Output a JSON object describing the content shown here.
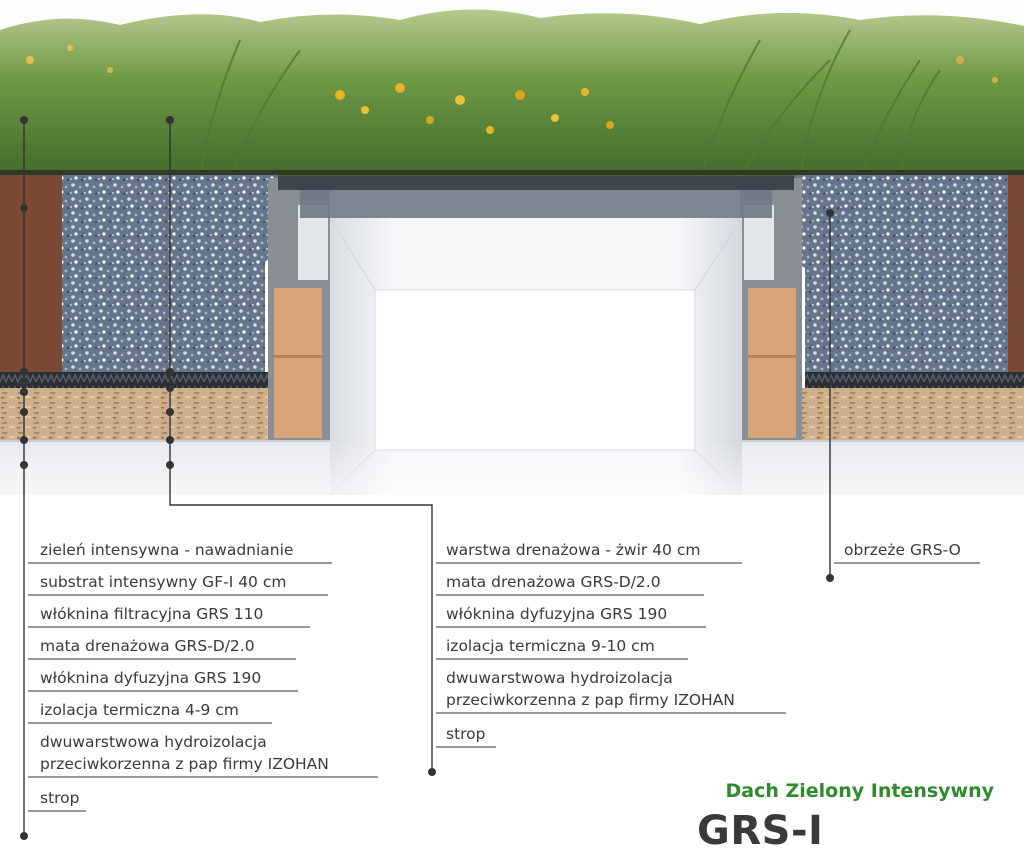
{
  "labels_left": [
    "zieleń intensywna - nawadnianie",
    "substrat intensywny GF-I 40 cm",
    "włóknina filtracyjna GRS 110",
    "mata drenażowa GRS-D/2.0",
    "włóknina dyfuzyjna GRS 190",
    "izolacja termiczna 4-9 cm",
    "dwuwarstwowa hydroizolacja",
    "przeciwkorzenna z pap firmy IZOHAN",
    "strop"
  ],
  "labels_center": [
    "warstwa drenażowa - żwir 40 cm",
    "mata drenażowa GRS-D/2.0",
    "włóknina dyfuzyjna GRS 190",
    "izolacja termiczna 9-10 cm",
    "dwuwarstwowa hydroizolacja",
    "przeciwkorzenna z pap firmy IZOHAN",
    "strop"
  ],
  "label_right": "obrzeże GRS-O",
  "caption": "Dach Zielony Intensywny",
  "product": "GRS-I",
  "colors": {
    "caption_green": "#2e8b2e",
    "text": "#3a3a3a",
    "soil": "#7a4a34",
    "gravel": "#6f7e93",
    "insulation": "#d8a57a",
    "leader": "#333333"
  }
}
